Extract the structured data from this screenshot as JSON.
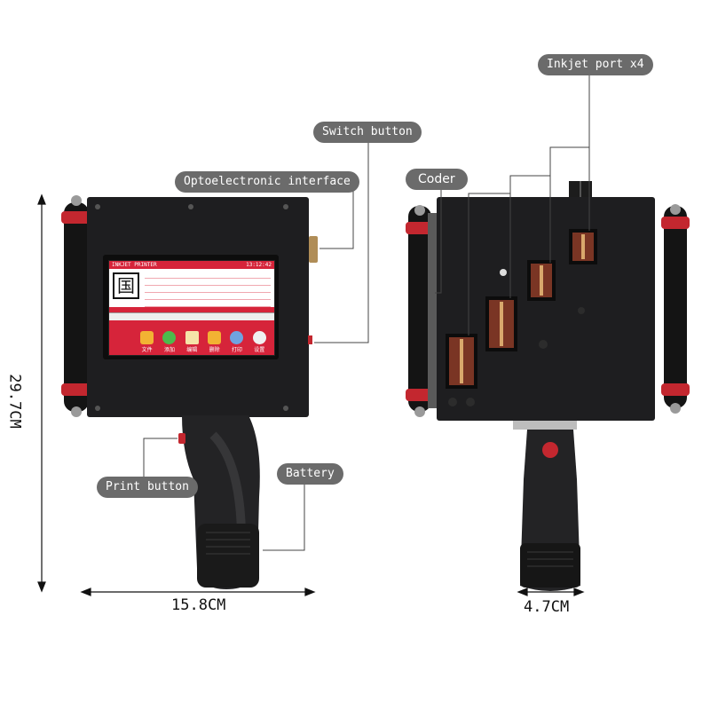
{
  "labels": {
    "inkjet_port": "Inkjet port x4",
    "switch_button": "Switch button",
    "optoelectronic_interface": "Optoelectronic interface",
    "coder": "Coder",
    "print_button": "Print button",
    "battery": "Battery"
  },
  "dimensions": {
    "height": "29.7CM",
    "width": "15.8CM",
    "depth": "4.7CM"
  },
  "screen": {
    "title": "INKJET PRINTER",
    "time": "13:12:42",
    "glyph": "国",
    "tools": [
      {
        "label": "文件"
      },
      {
        "label": "添加"
      },
      {
        "label": "编辑"
      },
      {
        "label": "删除"
      },
      {
        "label": "打印"
      },
      {
        "label": "设置"
      }
    ]
  },
  "colors": {
    "callout_bg": "#6b6b6b",
    "device_body": "#1c1c1e",
    "accent_red": "#d6243a",
    "nozzle_copper": "#7a3524"
  }
}
